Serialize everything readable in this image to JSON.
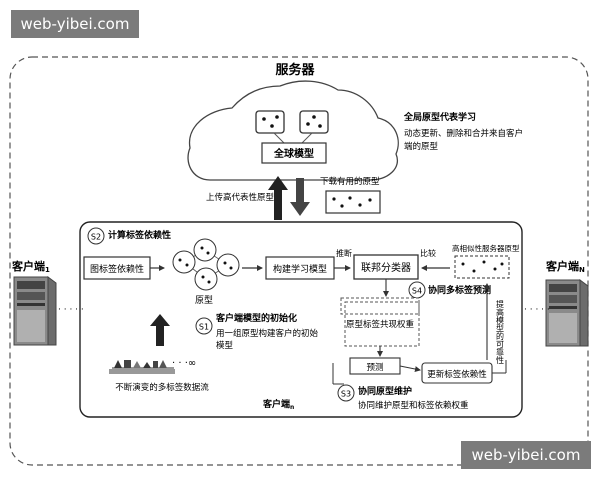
{
  "watermark_top": "web-yibei.com",
  "watermark_bottom": "web-yibei.com",
  "server": {
    "title": "服务器",
    "global_model": "全球模型",
    "prototype_label": "全局原型代表学习",
    "prototype_desc_line1": "动态更新、删除和合并来自客户",
    "prototype_desc_line2": "端的原型"
  },
  "links": {
    "upload": "上传高代表性原型",
    "download": "下载有用的原型"
  },
  "clients": {
    "left": "客户端",
    "left_sub": "1",
    "right": "客户端",
    "right_sub": "N",
    "center": "客户端",
    "center_sub": "n",
    "ellipsis": "· · · · ·"
  },
  "client_panel": {
    "s2_badge": "S2",
    "s2_title": "计算标签依赖性",
    "graph_label_dependency": "图标签依赖性",
    "prototype_caption": "原型",
    "build_model": "构建学习模型",
    "infer": "推断",
    "federated_classifier": "联邦分类器",
    "compare": "比较",
    "similar_prototypes": "高相似性服务器原型",
    "s4_badge": "S4",
    "s4_title": "协同多标签预测",
    "vertical_text": "提高模型的可靠性",
    "label_cooccur_weight": "原型标签共现权重",
    "predict": "预测",
    "update_dependency": "更新标签依赖性",
    "s1_badge": "S1",
    "s1_title": "客户端模型的初始化",
    "s1_desc_line1": "用一组原型构建客户的初始",
    "s1_desc_line2": "模型",
    "stream_infinity": "· · ·∞",
    "stream_label": "不断演变的多标签数据流",
    "s3_badge": "S3",
    "s3_title": "协同原型维护",
    "s3_desc": "协同维护原型和标签依赖权重"
  }
}
